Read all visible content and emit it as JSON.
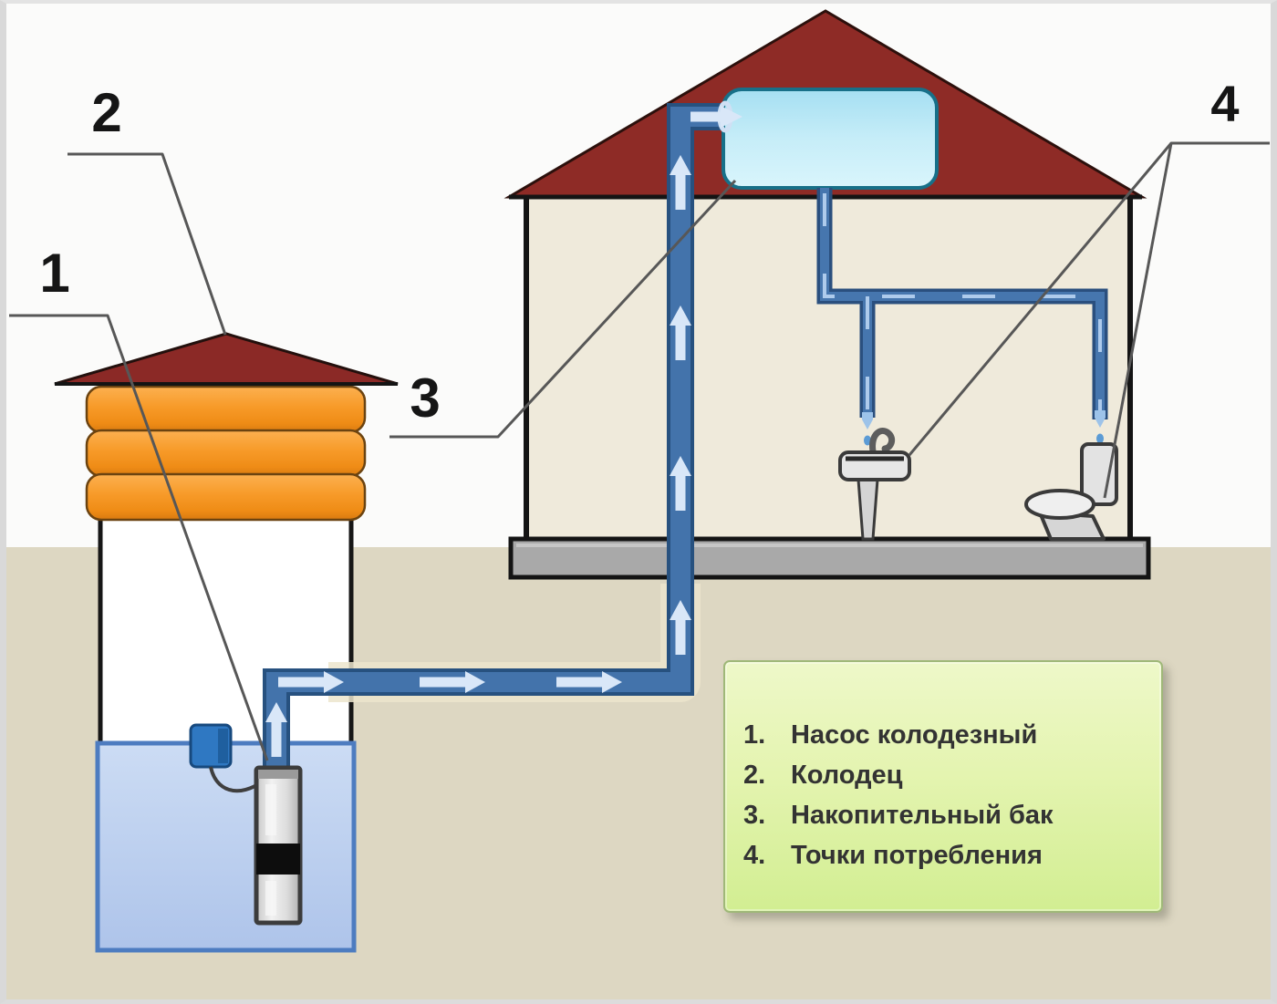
{
  "diagram": {
    "callouts": [
      {
        "number": "1"
      },
      {
        "number": "2"
      },
      {
        "number": "3"
      },
      {
        "number": "4"
      }
    ]
  },
  "legend": {
    "items": [
      {
        "num": "1.",
        "label": "Насос колодезный"
      },
      {
        "num": "2.",
        "label": "Колодец"
      },
      {
        "num": "3.",
        "label": "Накопительный бак"
      },
      {
        "num": "4.",
        "label": "Точки потребления"
      }
    ]
  },
  "colors": {
    "roof_red": "#8e2b26",
    "ring_orange": "#f79a28",
    "pipe_blue": "#4373ab",
    "pipe_outline": "#27517f",
    "arrow_light": "#d9e7f8",
    "tank_fill": "#c3ecf8",
    "tank_border": "#177089",
    "water_blue": "#c2d6f2",
    "water_border": "#4d7cc0",
    "ground_tan": "#ddd7c2",
    "house_wall": "#efeadb",
    "foundation_gray": "#a9a9a9",
    "legend_green": "#ddf2a2",
    "float_blue": "#2f78c2",
    "pump_silver": "#d9d9d9",
    "leader_gray": "#575757"
  }
}
